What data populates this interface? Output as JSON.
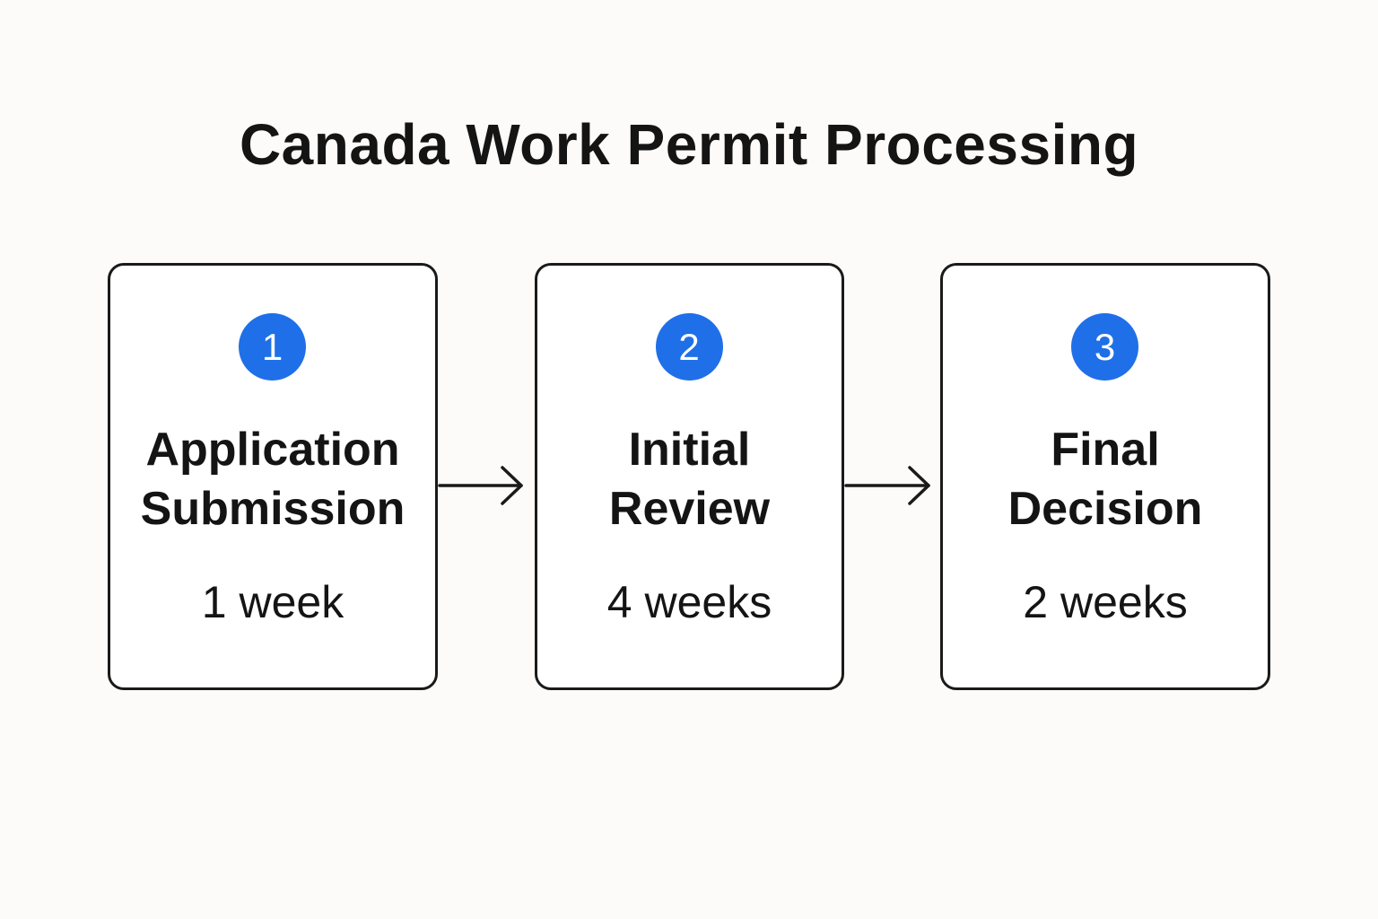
{
  "title": "Canada Work Permit Processing",
  "steps": [
    {
      "number": "1",
      "title_line1": "Application",
      "title_line2": "Submission",
      "duration": "1 week"
    },
    {
      "number": "2",
      "title_line1": "Initial",
      "title_line2": "Review",
      "duration": "4 weeks"
    },
    {
      "number": "3",
      "title_line1": "Final",
      "title_line2": "Decision",
      "duration": "2 weeks"
    }
  ],
  "colors": {
    "accent": "#1f6fe8",
    "border": "#1a1a1a",
    "background": "#fcfbf9"
  },
  "icons": {
    "connector": "arrow-right-icon"
  }
}
